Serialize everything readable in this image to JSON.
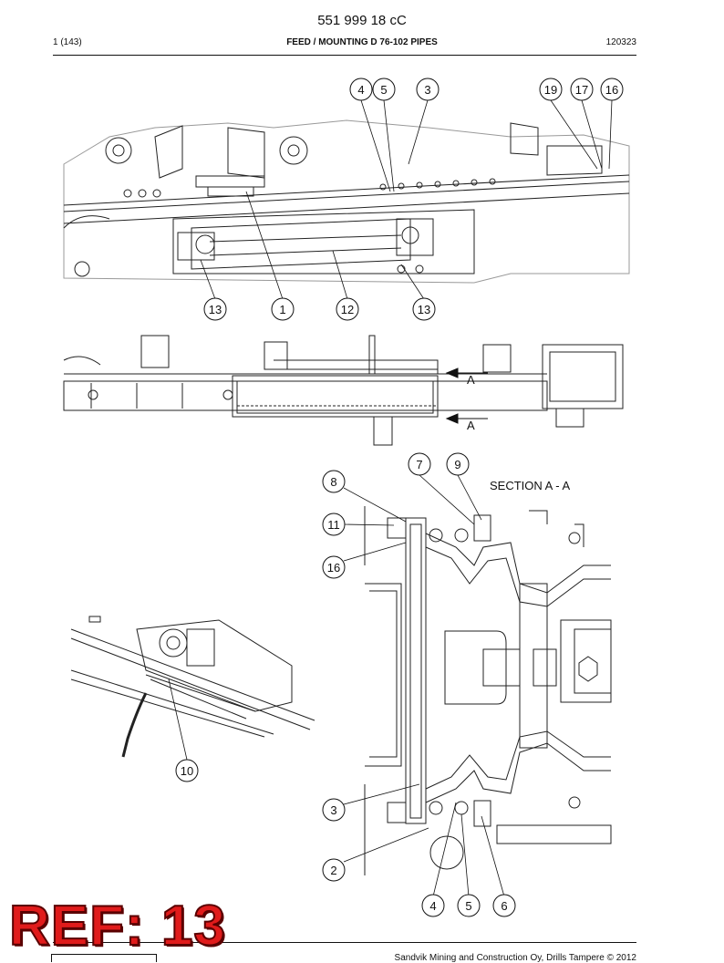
{
  "header": {
    "doc_number": "551 999 18 cC",
    "page": "1 (143)",
    "section_title": "FEED / MOUNTING D 76-102 PIPES",
    "date_code": "120323"
  },
  "drawing": {
    "section_label": "SECTION A - A",
    "arrow_label_upper": "A",
    "arrow_label_lower": "A",
    "callouts_top_view": [
      "4",
      "5",
      "3",
      "19",
      "17",
      "16"
    ],
    "callouts_bottom_view": [
      "13",
      "1",
      "12",
      "13"
    ],
    "callouts_section": [
      "7",
      "9",
      "8",
      "11",
      "16",
      "3",
      "2",
      "4",
      "5",
      "6"
    ],
    "callout_detail": "10"
  },
  "stamp": {
    "text": "REF: 13"
  },
  "footer": {
    "copyright": "Sandvik Mining and Construction Oy, Drills Tampere © 2012"
  }
}
